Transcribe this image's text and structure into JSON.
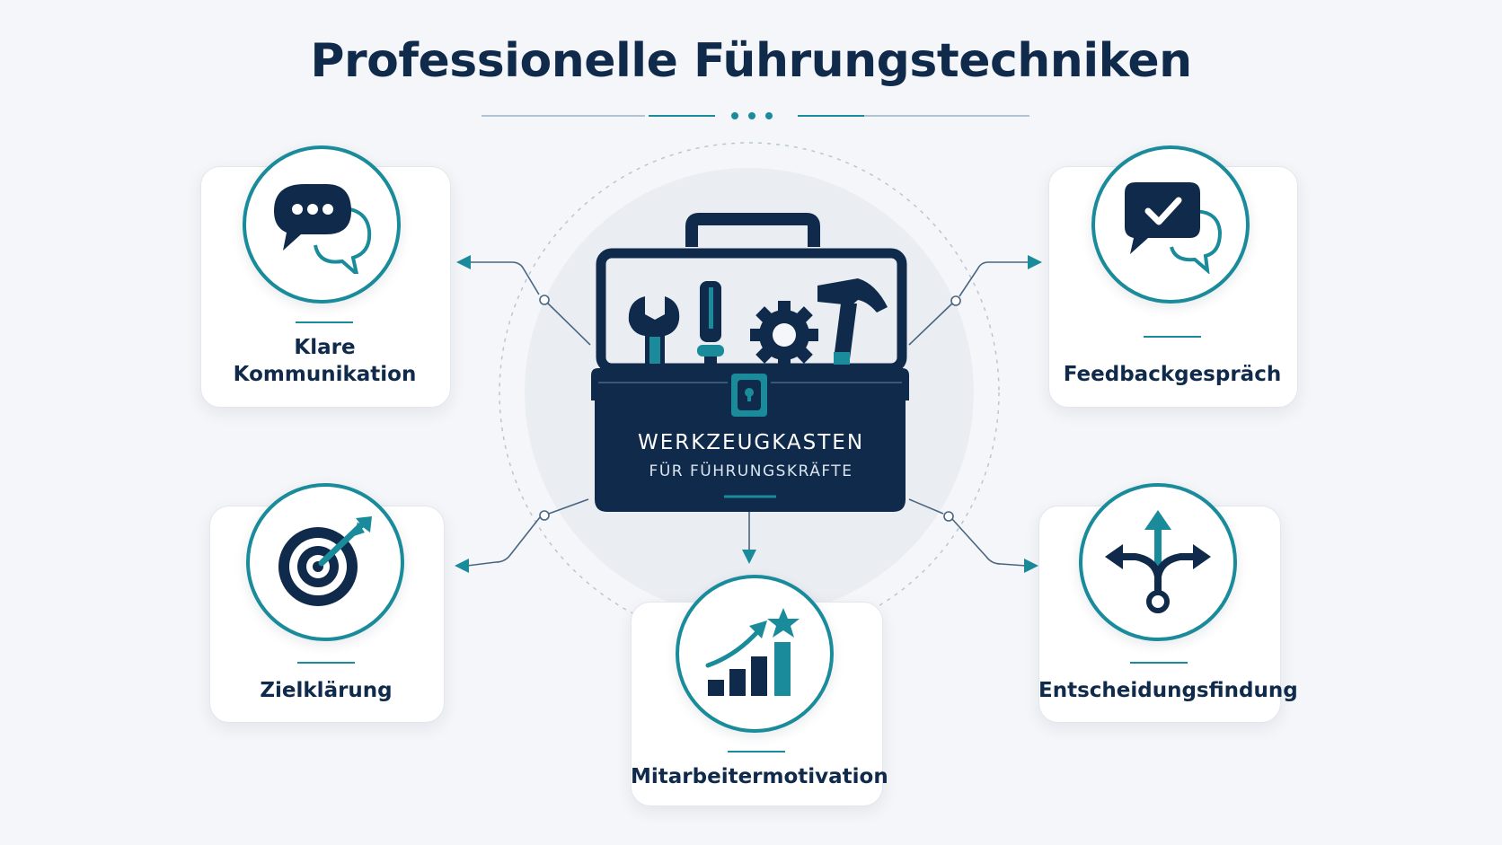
{
  "title": "Professionelle Führungstechniken",
  "center": {
    "line1": "WERKZEUGKASTEN",
    "line2": "FÜR FÜHRUNGSKRÄFTE"
  },
  "cards": [
    {
      "id": "kommunikation",
      "label": "Klare\nKommunikation",
      "icon": "speech-bubbles-icon"
    },
    {
      "id": "feedback",
      "label": "Feedbackgespräch",
      "icon": "check-speech-bubble-icon"
    },
    {
      "id": "ziel",
      "label": "Zielklärung",
      "icon": "target-arrow-icon"
    },
    {
      "id": "entscheidung",
      "label": "Entscheidungsfindung",
      "icon": "decision-arrows-icon"
    },
    {
      "id": "motivation",
      "label": "Mitarbeitermotivation",
      "icon": "growth-chart-star-icon"
    }
  ],
  "colors": {
    "navy": "#0f2a4a",
    "teal": "#1a8b9a",
    "background": "#f4f6f9"
  }
}
